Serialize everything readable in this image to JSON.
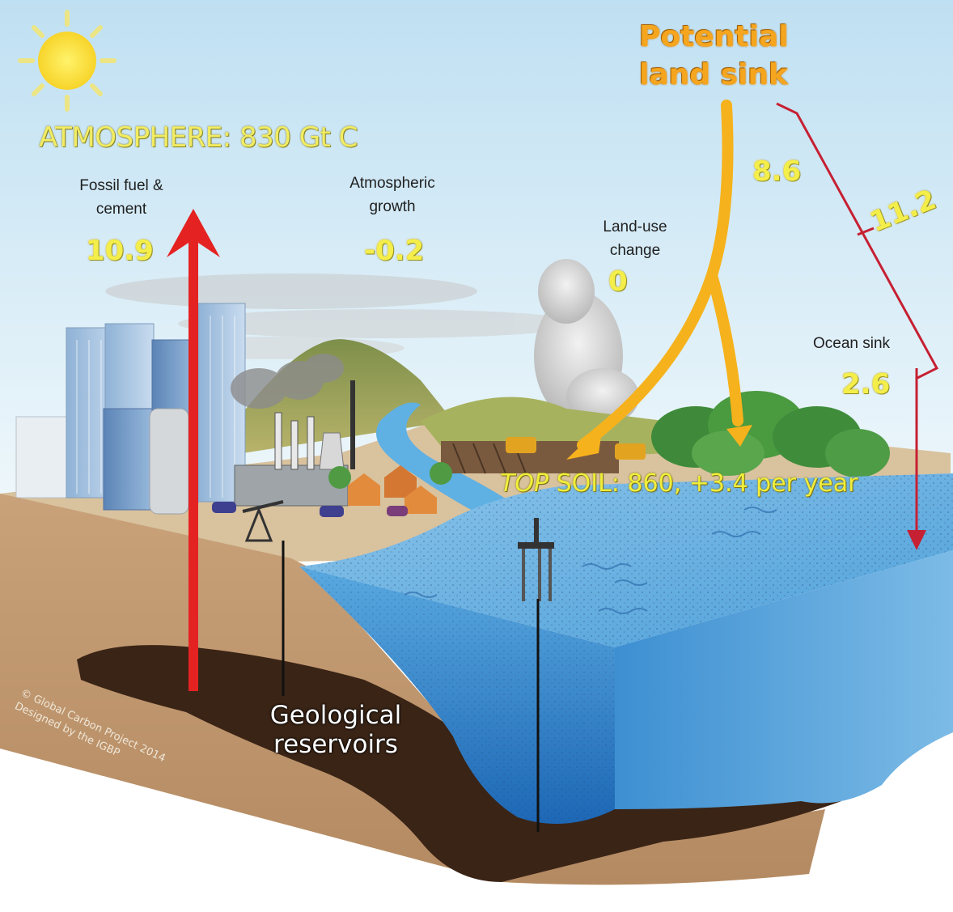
{
  "colors": {
    "sky_top": "#bfe0f2",
    "sky_bottom": "#e9f4f9",
    "ground": "#c8a27a",
    "soil_dark": "#3a2416",
    "ocean": "#4f9fd8",
    "emission_arrow": "#e52222",
    "land_sink_arrow": "#f6b21c",
    "ocean_sink_arrow": "#c62033",
    "label_yellow": "#f4ee4a"
  },
  "labels": {
    "atmosphere": "ATMOSPHERE: 830 Gt C",
    "potential_land_sink": [
      "Potential",
      "land sink"
    ],
    "fossil_fuel": [
      "Fossil fuel &",
      "cement"
    ],
    "fossil_fuel_value": "10.9",
    "atmospheric_growth": [
      "Atmospheric",
      "growth"
    ],
    "atmospheric_growth_value": "-0.2",
    "land_use_change": [
      "Land-use",
      "change"
    ],
    "land_use_change_value": "0",
    "land_sink_value": "8.6",
    "ocean_land_total": "11.2",
    "ocean_sink": "Ocean sink",
    "ocean_sink_value": "2.6",
    "top_soil_prefix": "TOP",
    "top_soil_rest": " SOIL: 860, +3.4 per year",
    "geological_reservoirs": [
      "Geological",
      "reservoirs"
    ],
    "copyright": [
      "© Global Carbon Project 2014",
      "Designed by the IGBP"
    ]
  },
  "icons": [
    "sun-icon",
    "city-buildings",
    "factory-smokestacks",
    "cars",
    "oil-pumpjack",
    "offshore-rig",
    "forest",
    "houses",
    "cloud"
  ]
}
